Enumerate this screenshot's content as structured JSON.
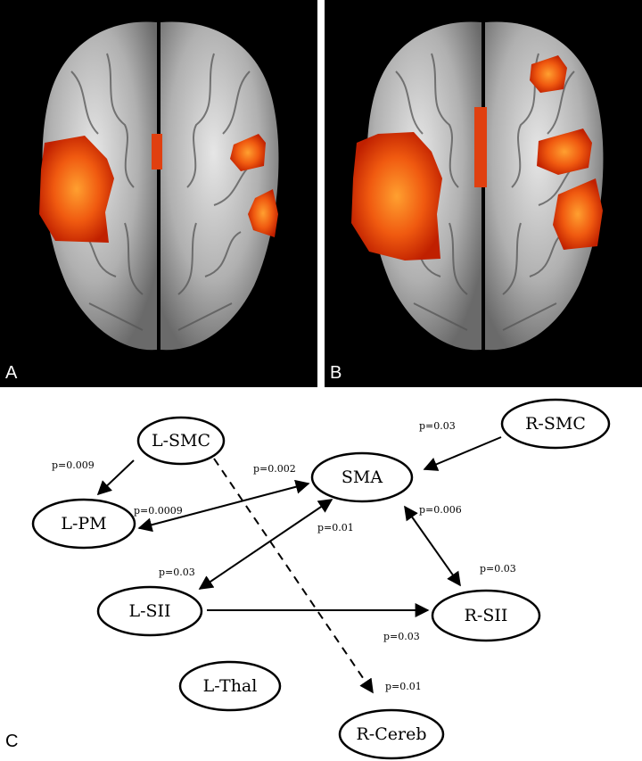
{
  "panels": [
    {
      "label": "A"
    },
    {
      "label": "B"
    }
  ],
  "diagram_label": "C",
  "nodes": {
    "lsmc": "L-SMC",
    "rsmc": "R-SMC",
    "sma": "SMA",
    "lpm": "L-PM",
    "lsii": "L-SII",
    "rsii": "R-SII",
    "lthal": "L-Thal",
    "rcereb": "R-Cereb"
  },
  "edges": [
    {
      "from": "L-SMC",
      "to": "L-PM",
      "p": "p=0.009",
      "style": "solid",
      "direction": "forward"
    },
    {
      "from": "R-SMC",
      "to": "SMA",
      "p": "p=0.03",
      "style": "solid",
      "direction": "forward"
    },
    {
      "from": "L-PM",
      "to": "SMA",
      "p": "p=0.002",
      "style": "solid",
      "direction": "both"
    },
    {
      "from": "L-PM",
      "to": "SMA",
      "p": "p=0.0009",
      "style": "solid",
      "direction": "both"
    },
    {
      "from": "SMA",
      "to": "L-SII",
      "p": "p=0.01",
      "style": "solid",
      "direction": "both"
    },
    {
      "from": "SMA",
      "to": "R-SII",
      "p": "p=0.006",
      "style": "solid",
      "direction": "both"
    },
    {
      "from": "SMA",
      "to": "R-SII",
      "p": "p=0.03",
      "style": "solid",
      "direction": "both"
    },
    {
      "from": "L-SII",
      "to": "SMA",
      "p": "p=0.03",
      "style": "solid",
      "direction": "both"
    },
    {
      "from": "L-SII",
      "to": "R-SII",
      "p": "p=0.03",
      "style": "solid",
      "direction": "forward"
    },
    {
      "from": "L-SMC",
      "to": "R-Cereb",
      "p": "p=0.01",
      "style": "dashed",
      "direction": "forward"
    }
  ],
  "colors": {
    "activation_outer": "#d42a00",
    "activation_inner": "#ff8a1c",
    "brain_surface": "#b8b8b8",
    "background": "#000000"
  }
}
